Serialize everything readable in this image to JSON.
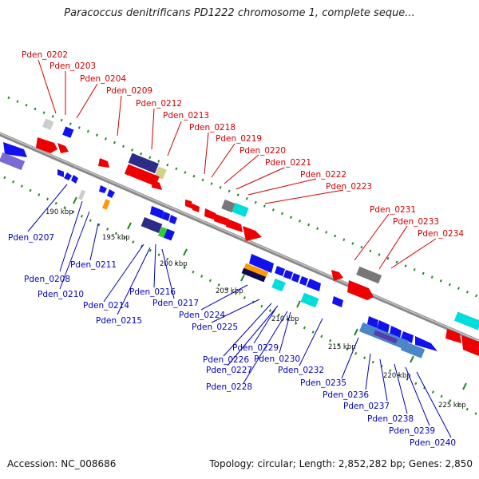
{
  "title": "Paracoccus denitrificans PD1222 chromosome 1, complete seque...",
  "accession": "Accession: NC_008686",
  "topology": "Topology: circular; Length: 2,852,282 bp; Genes: 2,850",
  "colors": {
    "label_top": "#cc0000",
    "label_bottom": "#0000bb",
    "backbone": "#888888",
    "tick": "#228822",
    "red_gene": "#ee0000",
    "blue_gene": "#1111ee",
    "navy_gene": "#2b2b88",
    "cyan_gene": "#00dddd",
    "gray_gene": "#777777",
    "orange_gene": "#ff9900",
    "khaki_gene": "#d4cf8a",
    "green_gene": "#33cc33"
  },
  "ticks": [
    "190 kbp",
    "195 kbp",
    "200 kbp",
    "205 kbp",
    "210 kbp",
    "215 kbp",
    "220 kbp",
    "225 kbp"
  ],
  "top_labels": [
    "Pden_0202",
    "Pden_0203",
    "Pden_0204",
    "Pden_0209",
    "Pden_0212",
    "Pden_0213",
    "Pden_0218",
    "Pden_0219",
    "Pden_0220",
    "Pden_0221",
    "Pden_0222",
    "Pden_0223",
    "Pden_0231",
    "Pden_0233",
    "Pden_0234"
  ],
  "bottom_labels": [
    "Pden_0207",
    "Pden_0208",
    "Pden_0210",
    "Pden_0211",
    "Pden_0214",
    "Pden_0215",
    "Pden_0216",
    "Pden_0217",
    "Pden_0224",
    "Pden_0225",
    "Pden_0226",
    "Pden_0227",
    "Pden_0228",
    "Pden_0229",
    "Pden_0230",
    "Pden_0232",
    "Pden_0235",
    "Pden_0236",
    "Pden_0237",
    "Pden_0238",
    "Pden_0239",
    "Pden_0240"
  ]
}
